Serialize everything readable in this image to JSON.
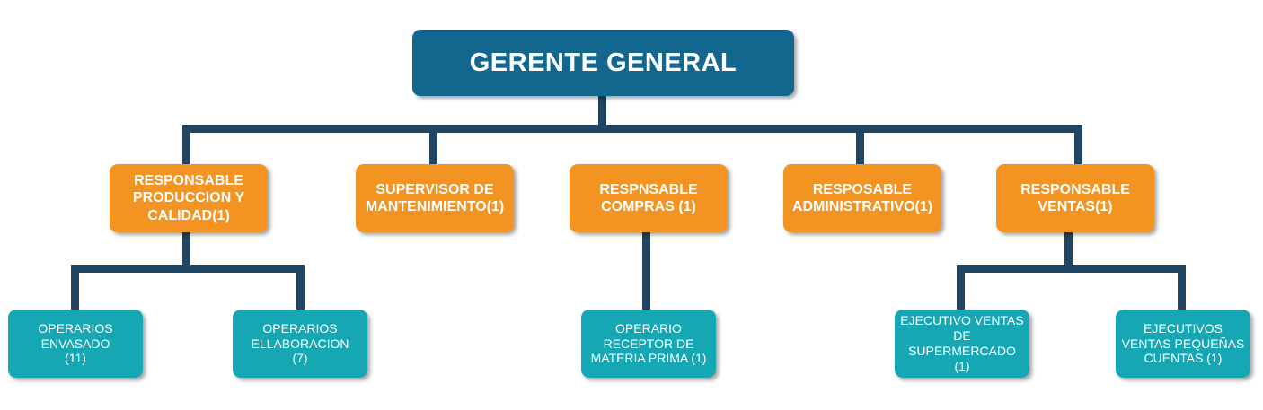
{
  "root": {
    "label": "GERENTE  GENERAL"
  },
  "managers": [
    {
      "label": "RESPONSABLE\nPRODUCCION Y\nCALIDAD(1)"
    },
    {
      "label": "SUPERVISOR DE\nMANTENIMIENTO(1)"
    },
    {
      "label": "RESPNSABLE\nCOMPRAS (1)"
    },
    {
      "label": "RESPOSABLE\nADMINISTRATIVO(1)"
    },
    {
      "label": "RESPONSABLE\nVENTAS(1)"
    }
  ],
  "staff": [
    {
      "label": "OPERARIOS\nENVASADO\n(11)"
    },
    {
      "label": "OPERARIOS\nELLABORACION\n(7)"
    },
    {
      "label": "OPERARIO\nRECEPTOR DE\nMATERIA PRIMA (1)"
    },
    {
      "label": "EJECUTIVO VENTAS\nDE\nSUPERMERCADO\n(1)"
    },
    {
      "label": "EJECUTIVOS\nVENTAS PEQUEÑAS\nCUENTAS (1)"
    }
  ],
  "colors": {
    "root_fill": "#13678f",
    "manager_fill": "#f39321",
    "staff_fill": "#16a7b4",
    "connector": "#1f4563",
    "text": "#ffffff"
  }
}
